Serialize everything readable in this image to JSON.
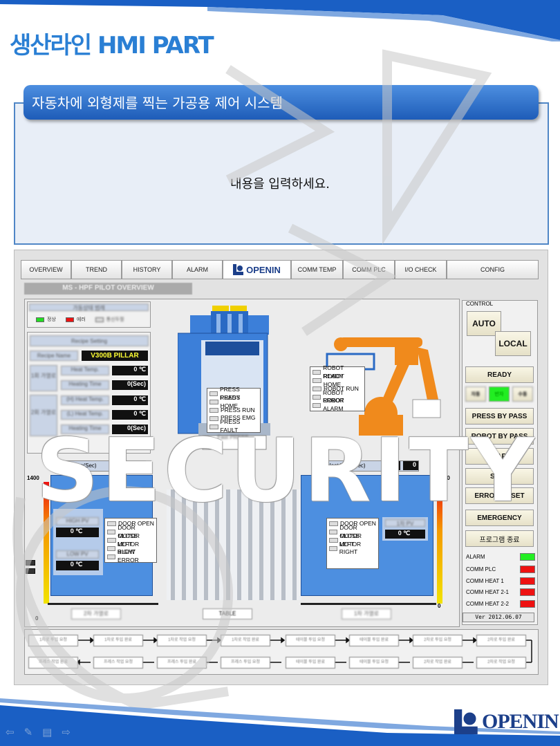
{
  "slide": {
    "title": "생산라인 HMI PART",
    "subtitle": "자동차에 외형제를 찍는 가공용 제어 시스템",
    "content_placeholder": "내용을 입력하세요.",
    "watermark_text": "SECURITY",
    "footer_logo_text": "OPENIN"
  },
  "hmi": {
    "nav_tabs": [
      "OVERVIEW",
      "TREND",
      "HISTORY",
      "ALARM",
      "OPENIN",
      "COMM TEMP",
      "COMM PLC",
      "I/O CHECK",
      "CONFIG"
    ],
    "screen_title": "MS - HPF PILOT OVERVIEW",
    "legend": {
      "title": "가동상태 범례",
      "normal": "정상",
      "error": "에러",
      "comm_fail": "통신두절"
    },
    "recipe": {
      "title": "Recipe Setting",
      "name_label": "Recipe Name",
      "name_value": "V300B PILLAR",
      "group1": "1회 가열로",
      "group2": "2회 가열로",
      "rows": [
        {
          "label": "Heat Temp.",
          "value": "0 ℃"
        },
        {
          "label": "Heating Time",
          "value": "0(Sec)"
        },
        {
          "label": "(H) Heat Temp.",
          "value": "0 ℃"
        },
        {
          "label": "(L) Heat Temp.",
          "value": "0 ℃"
        },
        {
          "label": "Heating Time",
          "value": "0(Sec)"
        }
      ]
    },
    "press": {
      "status": [
        "PRESS READY",
        "PRESS HOME",
        "PRESS RUN",
        "PRESS EMG",
        "PRESS FAULT"
      ],
      "label": "Fast PRESS"
    },
    "robot": {
      "status": [
        "ROBOT READY",
        "ROBOT HOME",
        "ROBOT RUN",
        "ROBOT ERROR",
        "ROBOT ALARM"
      ]
    },
    "furnace_left": {
      "header": "Heat Time(Sec)",
      "header_value": "0",
      "scale_top": "1400",
      "scale_bottom": "0",
      "high_pv_label": "HIGH PV",
      "high_pv": "0 ℃",
      "low_pv_label": "LOW PV",
      "low_pv": "0 ℃",
      "status": [
        "DOOR OPEN",
        "DOOR CLOSE",
        "MOTOR LEFT",
        "MOTOR RIGHT",
        "BLOW ERROR"
      ],
      "label": "2차 가열로"
    },
    "table_label": "TABLE",
    "furnace_right": {
      "header": "Heat Time(Sec)",
      "header_value": "0",
      "header_value2": "0",
      "scale_top": "1300",
      "scale_bottom": "0",
      "pv_label": "1차 PV",
      "pv": "0 ℃",
      "status": [
        "DOOR OPEN",
        "DOOR CLOSE",
        "MOTOR LEFT",
        "MOTOR RIGHT"
      ],
      "label": "1차 가열로"
    },
    "control": {
      "title": "CONTROL",
      "auto": "AUTO",
      "local": "LOCAL",
      "ready": "READY",
      "mode_left": "자동",
      "mode_mid": "반자",
      "mode_right": "수동",
      "press_bypass": "PRESS BY PASS",
      "robot_bypass": "ROBOT BY PASS",
      "start": "START",
      "stop": "STOP",
      "error_reset": "ERROR RESET",
      "emergency": "EMERGENCY",
      "program_exit": "프로그램 종료"
    },
    "alarms": [
      {
        "label": "ALARM",
        "color": "#22ee22"
      },
      {
        "label": "COMM PLC",
        "color": "#ee1111"
      },
      {
        "label": "COMM HEAT 1",
        "color": "#ee1111"
      },
      {
        "label": "COMM HEAT 2-1",
        "color": "#ee1111"
      },
      {
        "label": "COMM HEAT 2-2",
        "color": "#ee1111"
      }
    ],
    "version": "Ver 2012.06.07",
    "flow_top": [
      "1차로 투입 요청",
      "1차로 투입 완료",
      "1차로 작업 요청",
      "1차로 작업 완료",
      "테이블 투입 요청",
      "테이블 투입 완료",
      "2차로 투입 요청",
      "2차로 투입 완료"
    ],
    "flow_bottom": [
      "프레스 작업 완료",
      "프레스 작업 요청",
      "프레스 투입 완료",
      "프레스 투입 요청",
      "테이블 투입 완료",
      "테이블 투입 요청",
      "2차로 작업 완료",
      "2차로 작업 요청"
    ]
  },
  "colors": {
    "brand_blue": "#1c3f8a",
    "title_blue": "#2a7fd4",
    "banner": "#2a6dcc",
    "recipe_yellow": "#ffff33"
  }
}
